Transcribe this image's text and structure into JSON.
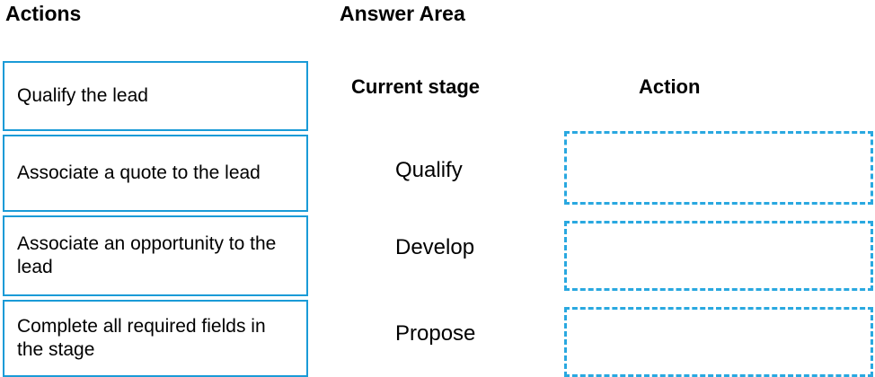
{
  "headings": {
    "actions": "Actions",
    "answer_area": "Answer Area",
    "current_stage": "Current stage",
    "action": "Action"
  },
  "actions": [
    {
      "label": "Qualify the lead"
    },
    {
      "label": "Associate a quote to the lead"
    },
    {
      "label": "Associate an opportunity to the lead"
    },
    {
      "label": "Complete all required fields in the stage"
    }
  ],
  "answer_area": {
    "rows": [
      {
        "stage": "Qualify",
        "action_value": ""
      },
      {
        "stage": "Develop",
        "action_value": ""
      },
      {
        "stage": "Propose",
        "action_value": ""
      }
    ]
  },
  "colors": {
    "accent_border": "#1a9bd7",
    "dashed_border": "#29a8e0",
    "text": "#000000",
    "background": "#ffffff"
  }
}
